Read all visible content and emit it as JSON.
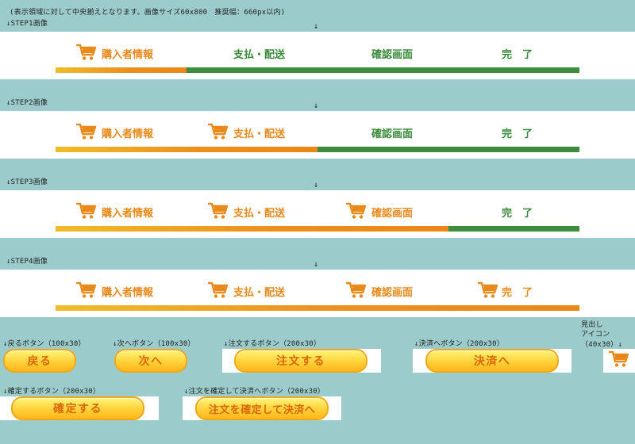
{
  "header_note": "(表示領域に対して中央揃えとなります。画像サイズ60x800　推奨幅：660px以内)",
  "arrow": "↓",
  "steps": [
    {
      "label": "↓STEP1画像",
      "fill": 0.25,
      "items": [
        {
          "text": "購入者情報",
          "active": true
        },
        {
          "text": "支払・配送",
          "active": false
        },
        {
          "text": "確認画面",
          "active": false
        },
        {
          "text": "完　了",
          "active": false
        }
      ]
    },
    {
      "label": "↓STEP2画像",
      "fill": 0.5,
      "items": [
        {
          "text": "購入者情報",
          "active": true
        },
        {
          "text": "支払・配送",
          "active": true
        },
        {
          "text": "確認画面",
          "active": false
        },
        {
          "text": "完　了",
          "active": false
        }
      ]
    },
    {
      "label": "↓STEP3画像",
      "fill": 0.75,
      "items": [
        {
          "text": "購入者情報",
          "active": true
        },
        {
          "text": "支払・配送",
          "active": true
        },
        {
          "text": "確認画面",
          "active": true
        },
        {
          "text": "完　了",
          "active": false
        }
      ]
    },
    {
      "label": "↓STEP4画像",
      "fill": 1.0,
      "items": [
        {
          "text": "購入者情報",
          "active": true
        },
        {
          "text": "支払・配送",
          "active": true
        },
        {
          "text": "確認画面",
          "active": true
        },
        {
          "text": "完　了",
          "active": true
        }
      ]
    }
  ],
  "buttons": {
    "back": {
      "caption": "↓戻るボタン（100x30）",
      "label": "戻る"
    },
    "next": {
      "caption": "↓次へボタン（100x30）",
      "label": "次へ"
    },
    "order": {
      "caption": "↓注文するボタン（200x30）",
      "label": "注文する"
    },
    "pay": {
      "caption": "↓決済へボタン（200x30）",
      "label": "決済へ"
    },
    "confirm": {
      "caption": "↓確定するボタン（200x30）",
      "label": "確定する"
    },
    "confirm_pay": {
      "caption": "↓注文を確定して決済へボタン（200x30）",
      "label": "注文を確定して決済へ"
    }
  },
  "heading_icon": {
    "caption_line1": "見出し",
    "caption_line2": "アイコン",
    "caption_line3": "（40x30）↓"
  },
  "colors": {
    "orange": "#e8891a",
    "green": "#3a8a3a",
    "bar_green": "#3e8d3e"
  },
  "icon": "shopping-cart-icon"
}
